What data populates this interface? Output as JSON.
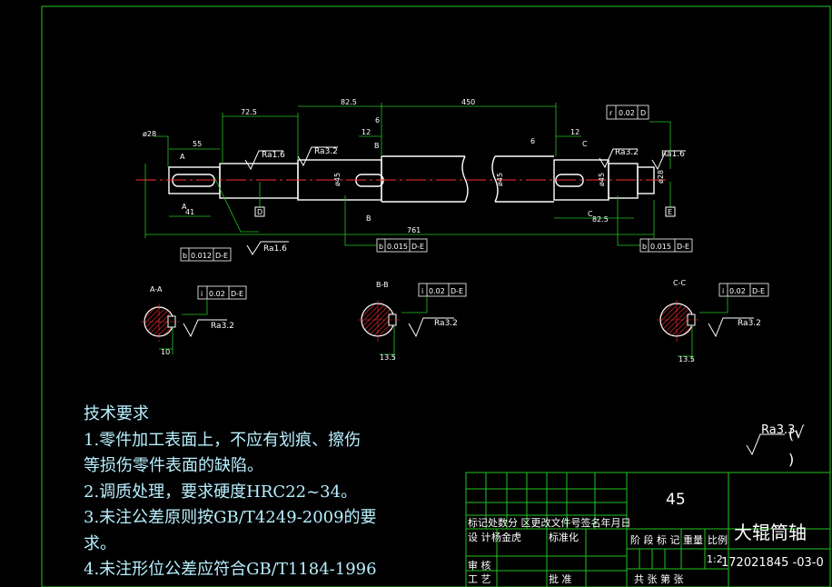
{
  "drawing": {
    "section_labels": {
      "aa": "A-A",
      "bb": "B-B",
      "cc": "C-C"
    },
    "view_letters": {
      "a": "A",
      "b": "B",
      "c": "C"
    },
    "datum_labels": {
      "d": "D",
      "e": "E"
    },
    "dims": {
      "d1": "72.5",
      "d2": "82.5",
      "d3": "450",
      "d4": "55",
      "d5": "41",
      "d6": "6",
      "d7": "12",
      "d8": "761",
      "d9": "82.5",
      "d10": "6",
      "d11": "12",
      "d12": "10",
      "d13": "13.5",
      "d14": "13.5",
      "dia1": "ø28",
      "dia2": "ø45",
      "dia3": "ø45",
      "dia4": "ø45",
      "dia5": "ø28"
    },
    "roughness": {
      "r1": "Ra1.6",
      "r2": "Ra3.2",
      "r3": "Ra3.2",
      "r4": "Ra1.6",
      "r5": "Ra1.6",
      "r6": "Ra3.2",
      "r7": "Ra3.2",
      "r8": "Ra3.2"
    },
    "tolerances": {
      "t1": {
        "sym": "b",
        "val": "0.012",
        "ref": "D-E"
      },
      "t2": {
        "sym": "b",
        "val": "0.015",
        "ref": "D-E"
      },
      "t3": {
        "sym": "b",
        "val": "0.015",
        "ref": "D-E"
      },
      "t4": {
        "sym": "r",
        "val": "0.02",
        "ref": "D"
      },
      "t5": {
        "sym": "i",
        "val": "0.02",
        "ref": "D-E"
      },
      "t6": {
        "sym": "i",
        "val": "0.02",
        "ref": "D-E"
      },
      "t7": {
        "sym": "i",
        "val": "0.02",
        "ref": "D-E"
      }
    }
  },
  "notes": {
    "title": "技术要求",
    "lines": [
      "1.零件加工表面上，不应有划痕、擦伤",
      "等损伤零件表面的缺陷。",
      "2.调质处理，要求硬度HRC22~34。",
      "3.未注公差原则按GB/T4249-2009的要",
      "求。",
      "4.未注形位公差应符合GB/T1184-1996"
    ]
  },
  "title_block": {
    "material": "45",
    "part_name": "大辊筒轴",
    "drawing_no": "172021845 -03-0",
    "scale_label": "比例",
    "weight_label": "重量",
    "stage_label": "阶 段 标 记",
    "scale_value": "1:2",
    "header_row": "标记处数分 区更改文件号签名年月日",
    "design_label": "设 计",
    "designer": "杨金虎",
    "std_label": "标准化",
    "review_label": "审 核",
    "process_label": "工 艺",
    "approve_label": "批 准",
    "sheet_label": "共  张  第  张",
    "general_roughness": "Ra3.3",
    "rough_paren_open": "(",
    "rough_paren_close": ")"
  }
}
